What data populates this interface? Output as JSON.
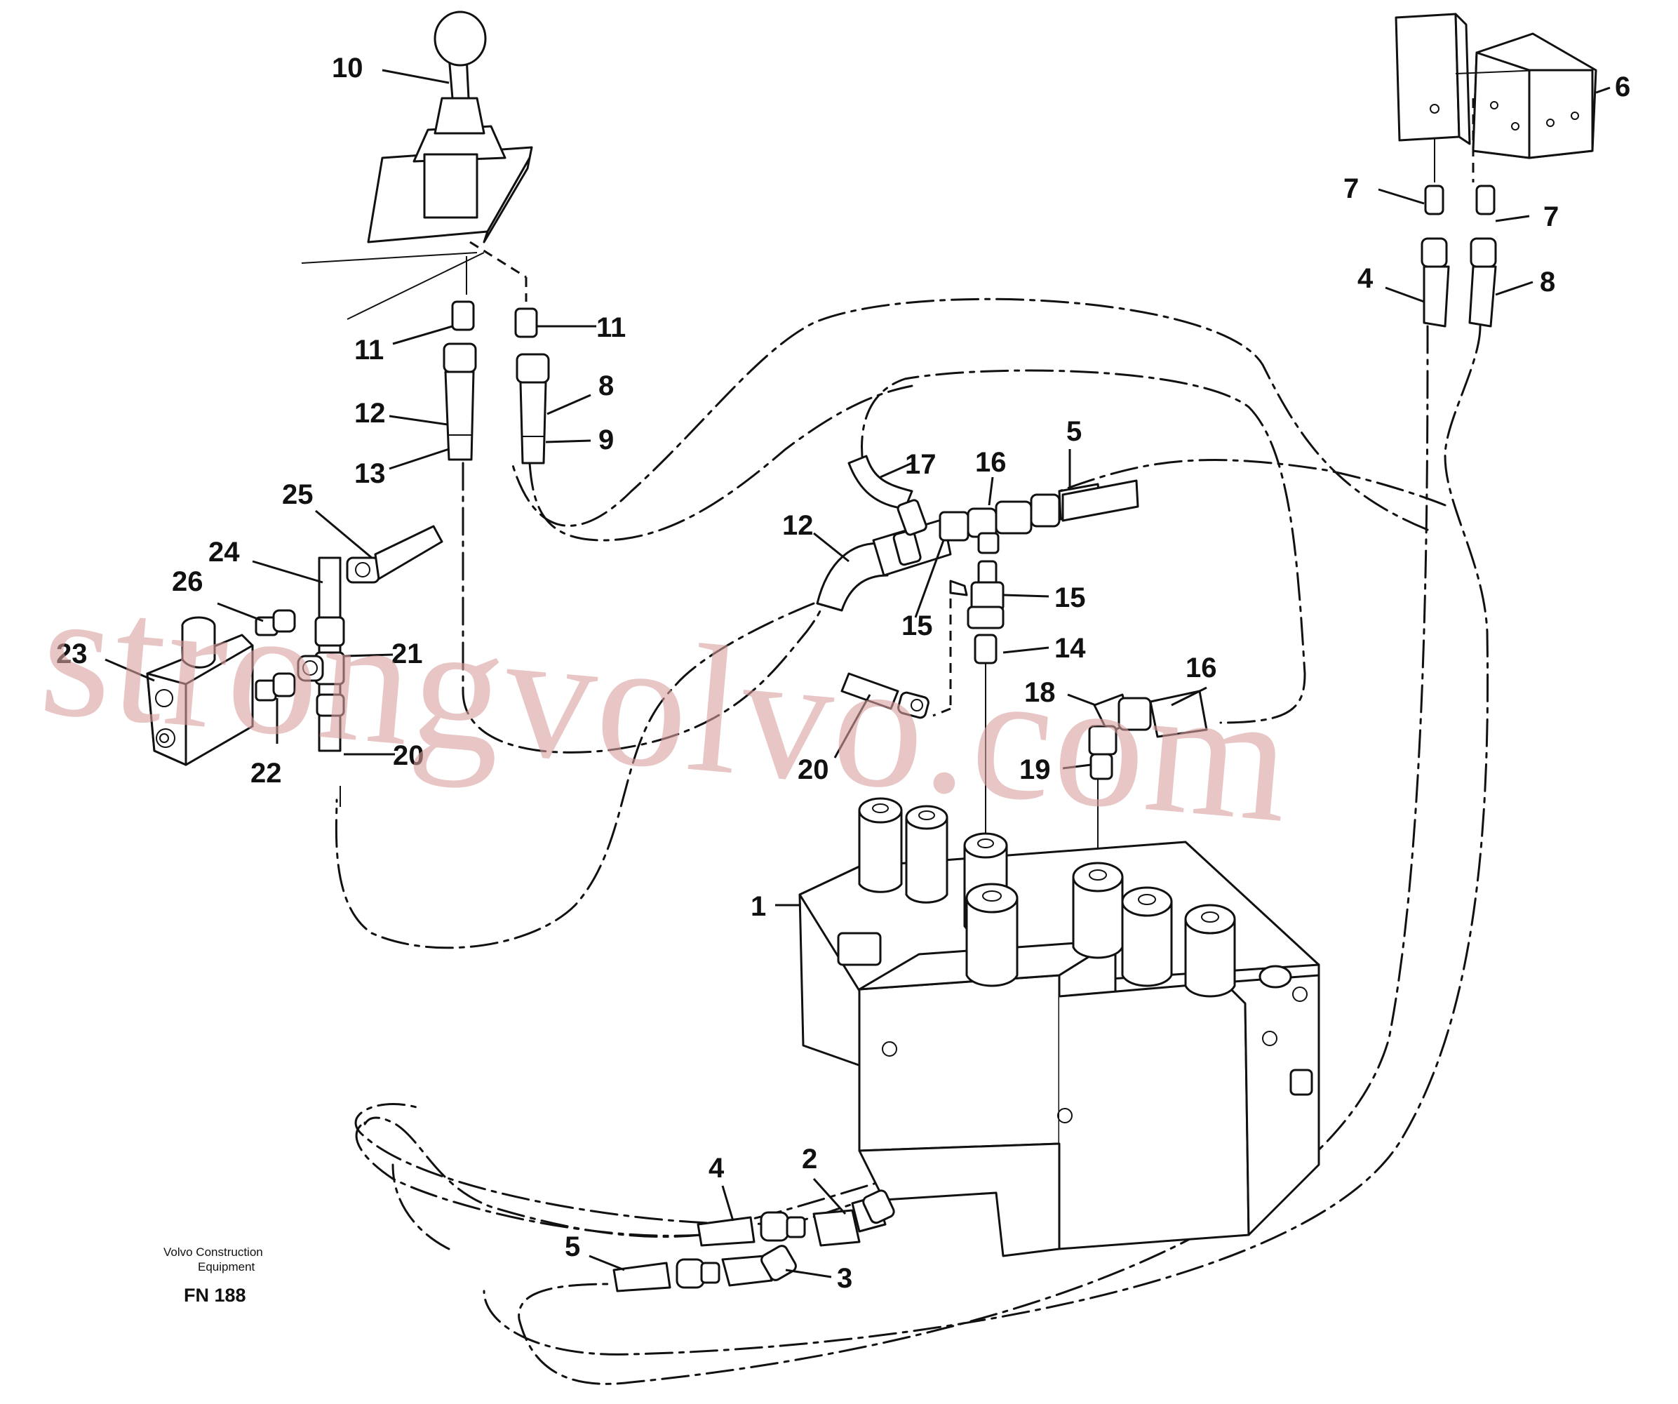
{
  "callouts": [
    {
      "label": "10"
    },
    {
      "label": "6"
    },
    {
      "label": "7"
    },
    {
      "label": "7"
    },
    {
      "label": "4"
    },
    {
      "label": "8"
    },
    {
      "label": "11"
    },
    {
      "label": "11"
    },
    {
      "label": "12"
    },
    {
      "label": "8"
    },
    {
      "label": "13"
    },
    {
      "label": "9"
    },
    {
      "label": "5"
    },
    {
      "label": "17"
    },
    {
      "label": "16"
    },
    {
      "label": "12"
    },
    {
      "label": "15"
    },
    {
      "label": "15"
    },
    {
      "label": "14"
    },
    {
      "label": "25"
    },
    {
      "label": "24"
    },
    {
      "label": "26"
    },
    {
      "label": "23"
    },
    {
      "label": "21"
    },
    {
      "label": "22"
    },
    {
      "label": "20"
    },
    {
      "label": "20"
    },
    {
      "label": "18"
    },
    {
      "label": "16"
    },
    {
      "label": "19"
    },
    {
      "label": "1"
    },
    {
      "label": "4"
    },
    {
      "label": "2"
    },
    {
      "label": "5"
    },
    {
      "label": "3"
    }
  ],
  "footer": {
    "maker_line1": "Volvo Construction",
    "maker_line2": "Equipment",
    "figure_code": "FN 188"
  },
  "watermark": "strongvolvo.com"
}
